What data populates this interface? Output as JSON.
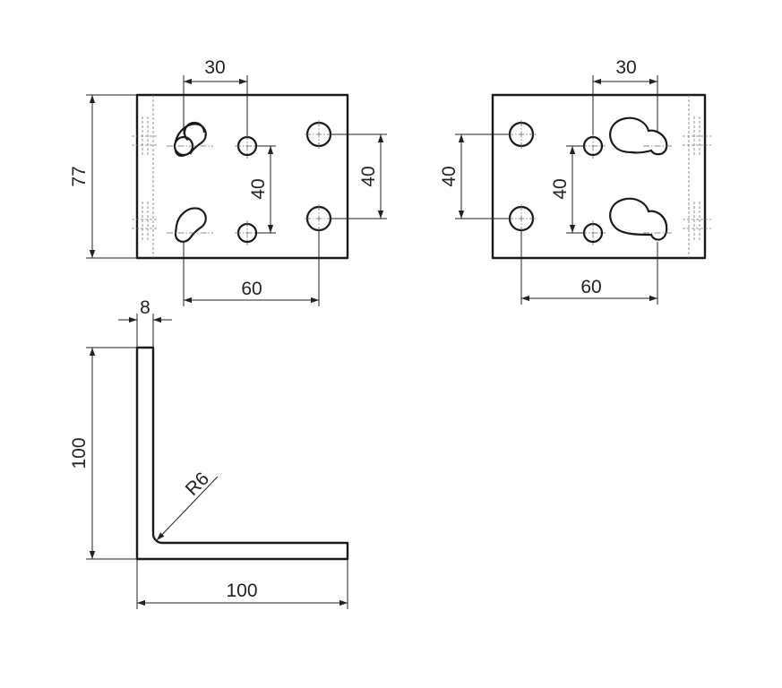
{
  "drawing": {
    "front_view": {
      "dim_hole_spacing_top": "30",
      "dim_height": "77",
      "dim_vertical_inner": "40",
      "dim_vertical_right": "40",
      "dim_hole_spacing_bottom": "60"
    },
    "rear_view": {
      "dim_hole_spacing_top": "30",
      "dim_vertical_left": "40",
      "dim_vertical_inner": "40",
      "dim_hole_spacing_bottom": "60"
    },
    "side_view": {
      "dim_thickness": "8",
      "dim_height": "100",
      "dim_width": "100",
      "dim_bend_radius": "R6"
    }
  }
}
